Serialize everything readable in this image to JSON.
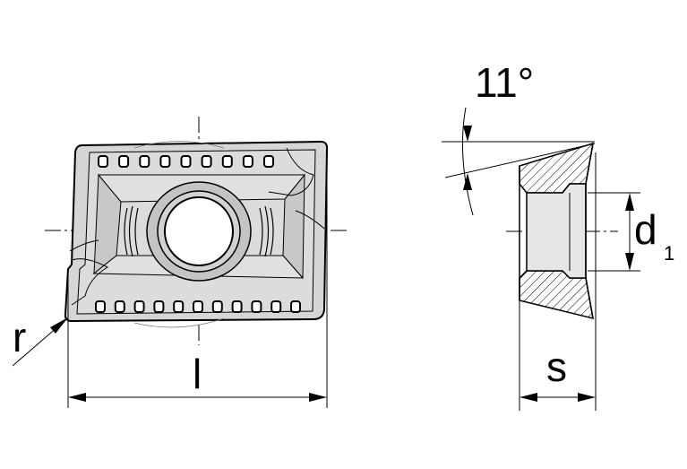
{
  "labels": {
    "angle": "11°",
    "diameter_main": "d",
    "diameter_sub": "1",
    "thickness": "s",
    "length": "l",
    "radius": "r"
  },
  "colors": {
    "stroke": "#000000",
    "insert_fill": "#d9d9d9",
    "insert_dark": "#bdbdbd",
    "hatch": "#000000",
    "centerline": "#000000",
    "background": "#ffffff"
  }
}
